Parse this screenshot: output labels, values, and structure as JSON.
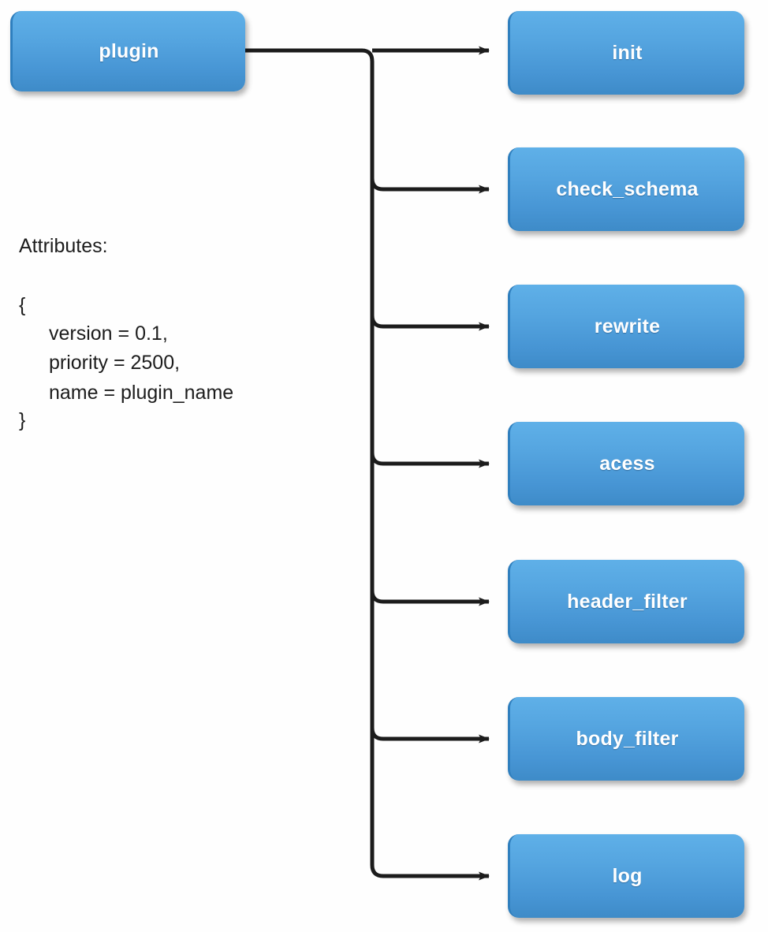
{
  "diagram": {
    "type": "flow-tree",
    "background_color": "#fefefe",
    "node_fill_top": "#5fb0e8",
    "node_fill_bottom": "#3e8bc8",
    "node_text_color": "#ffffff",
    "connector_color": "#1c1c1c",
    "root": {
      "label": "plugin"
    },
    "children": [
      {
        "label": "init"
      },
      {
        "label": "check_schema"
      },
      {
        "label": "rewrite"
      },
      {
        "label": "acess"
      },
      {
        "label": "header_filter"
      },
      {
        "label": "body_filter"
      },
      {
        "label": "log"
      }
    ]
  },
  "attributes": {
    "title": "Attributes:",
    "open_brace": "{",
    "close_brace": "}",
    "lines": [
      "version = 0.1,",
      "priority = 2500,",
      "name = plugin_name"
    ]
  }
}
